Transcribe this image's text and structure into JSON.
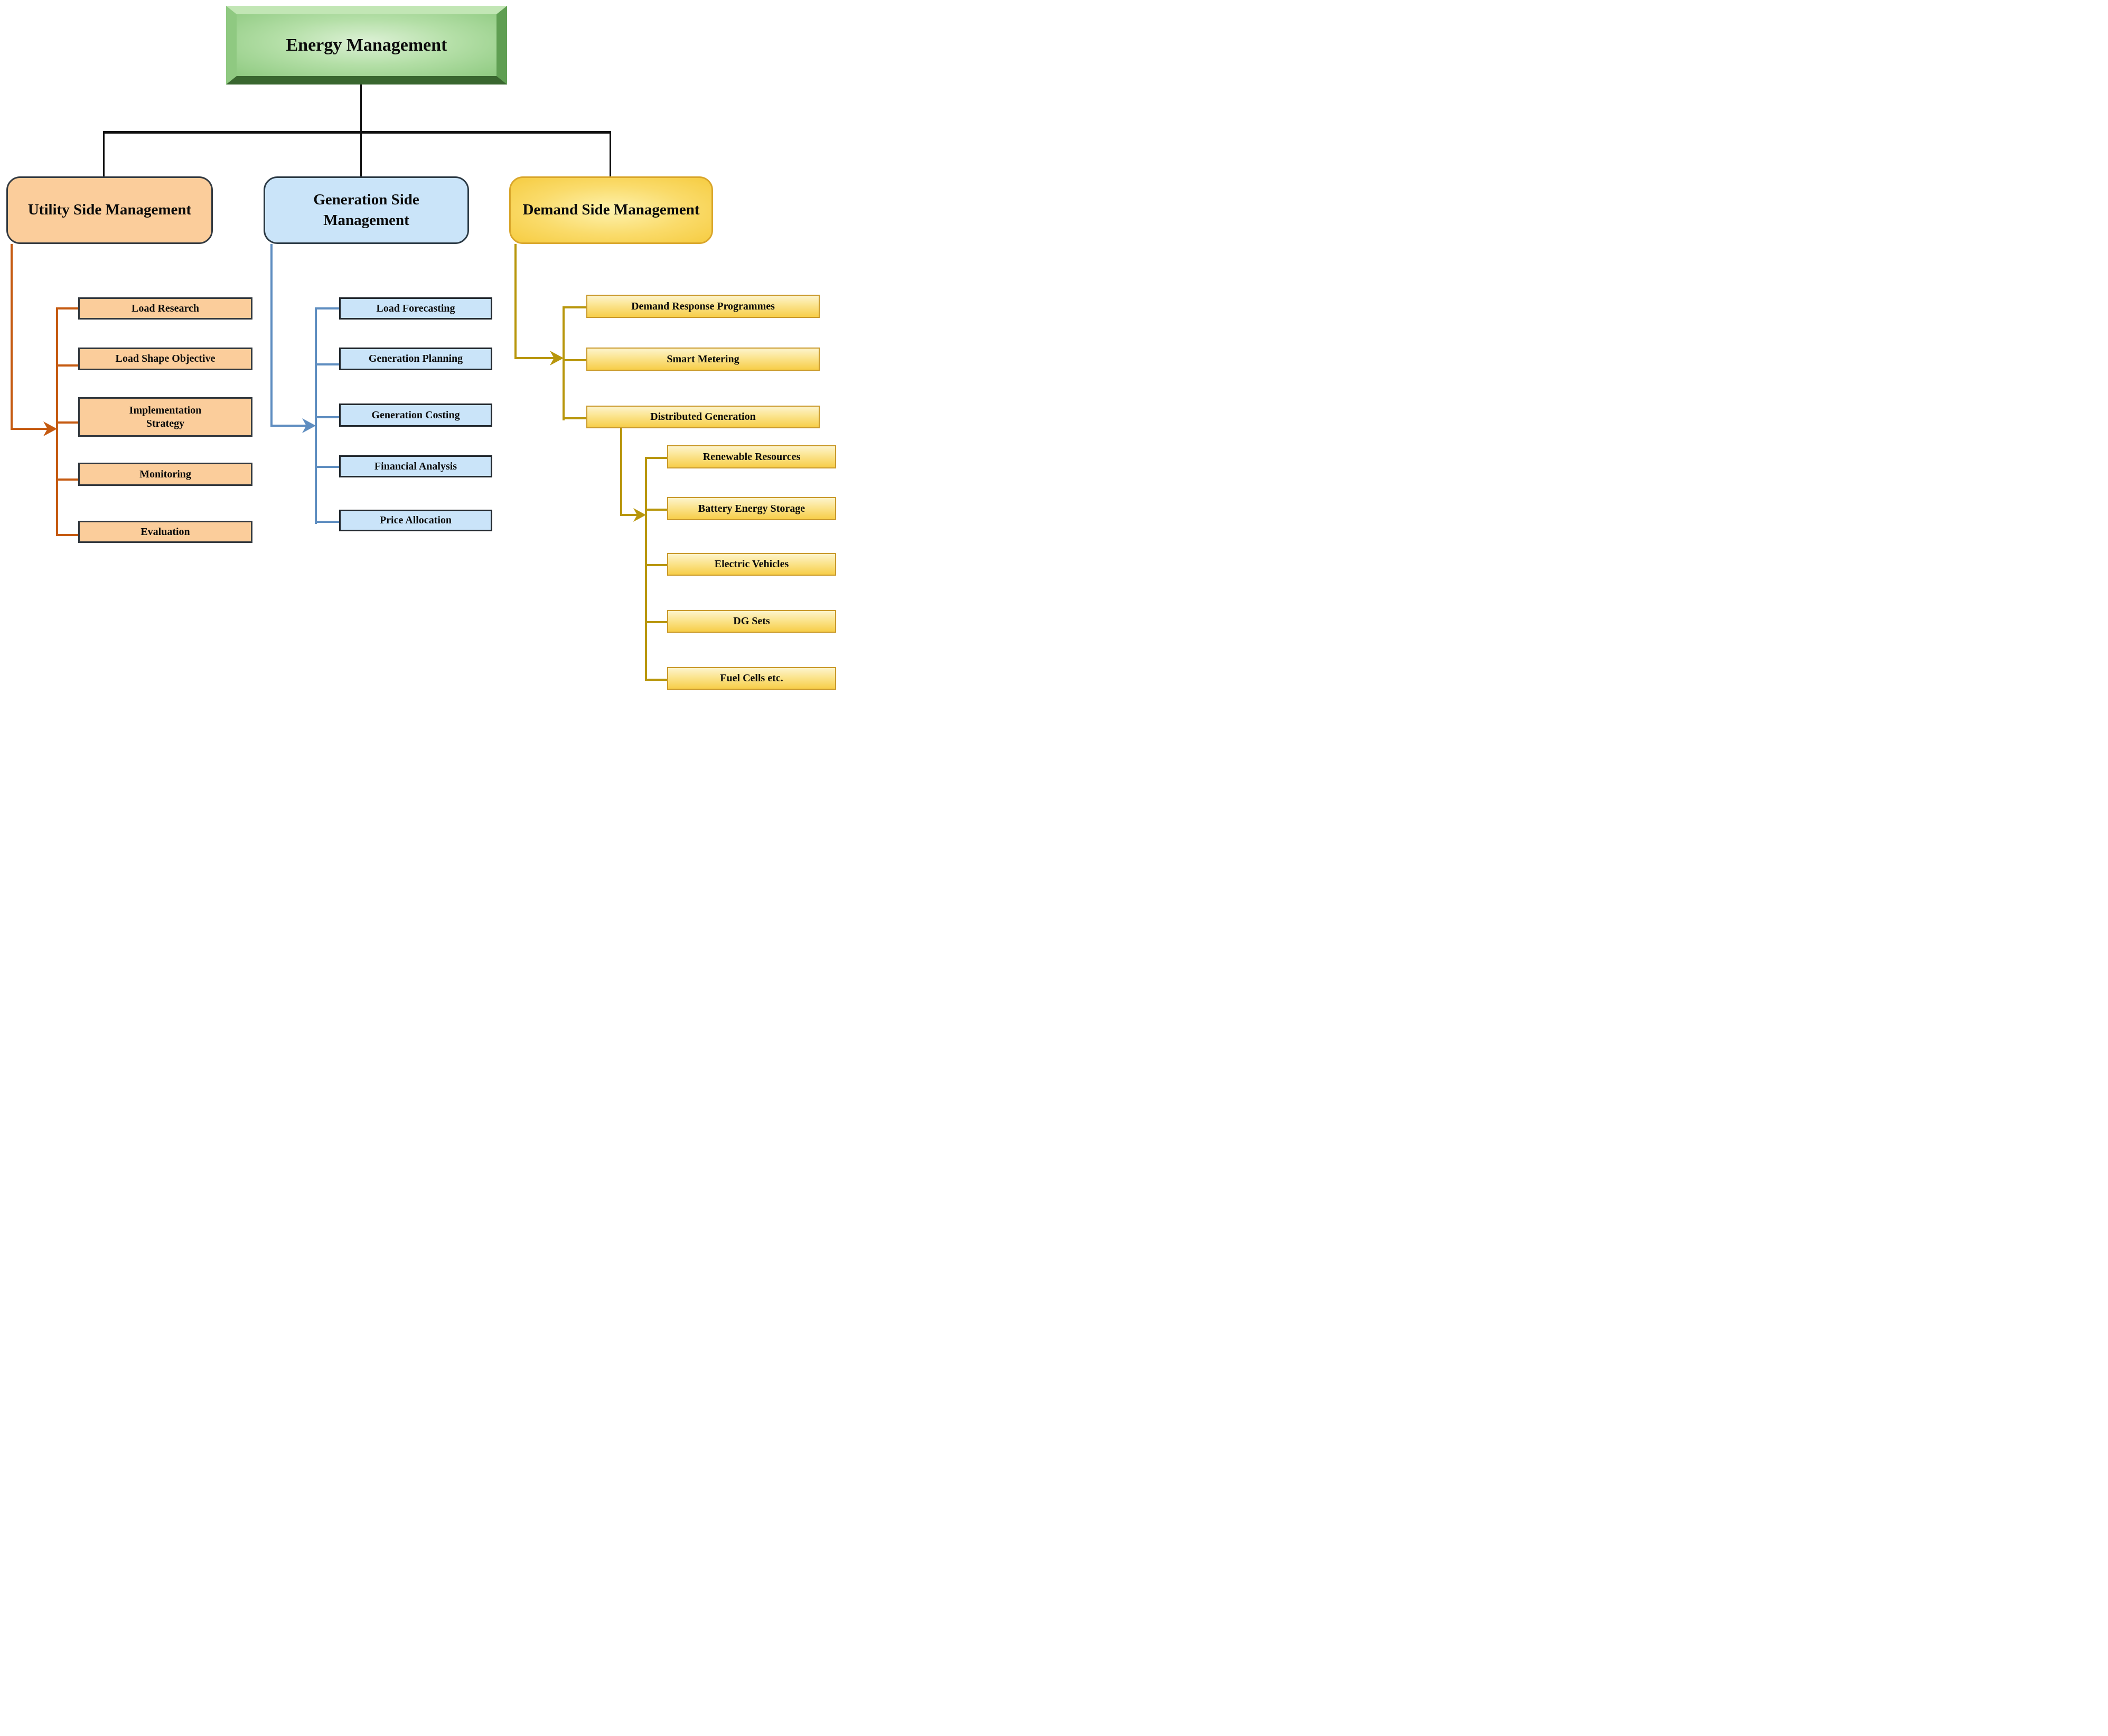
{
  "title": {
    "label": "Energy Management"
  },
  "branches": [
    {
      "id": "utility-side-management",
      "label": "Utility Side Management",
      "children": [
        "Load Research",
        "Load Shape Objective",
        "Implementation Strategy",
        "Monitoring",
        "Evaluation"
      ]
    },
    {
      "id": "generation-side-management",
      "label": "Generation Side Management",
      "children": [
        "Load Forecasting",
        "Generation Planning",
        "Generation Costing",
        "Financial Analysis",
        "Price Allocation"
      ]
    },
    {
      "id": "demand-side-management",
      "label": "Demand Side Management",
      "children": [
        "Demand Response Programmes",
        "Smart Metering",
        "Distributed Generation"
      ],
      "sub_parent": "Distributed Generation",
      "sub_children": [
        "Renewable Resources",
        "Battery Energy Storage",
        "Electric Vehicles",
        "DG Sets",
        "Fuel Cells etc."
      ]
    }
  ],
  "colors": {
    "root_face_green": "#8FCA81",
    "root_bevel_light": "#C2E6B5",
    "root_bevel_dark": "#39662F",
    "utility_fill": "#FBCD9B",
    "generation_fill": "#CAE4F9",
    "demand_fill_top": "#FDF4CC",
    "demand_fill_bottom": "#F7CE49",
    "utility_connector": "#C55A11",
    "generation_connector": "#5E8DC0",
    "demand_connector": "#B8960B",
    "trunk_connector": "#111111",
    "text_color": "#0B0B0B"
  }
}
